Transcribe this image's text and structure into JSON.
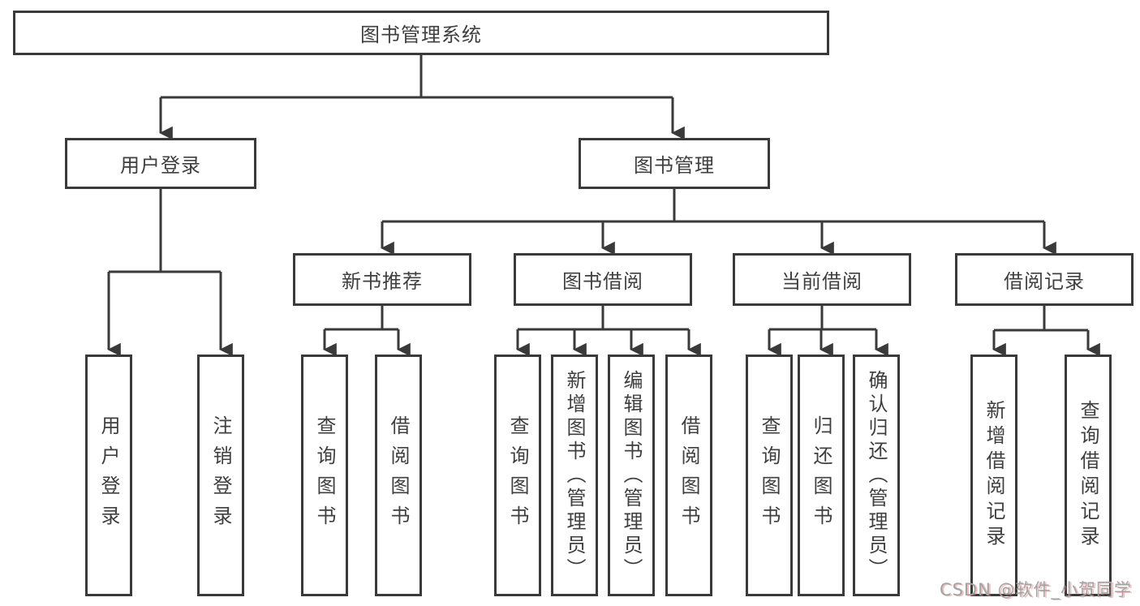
{
  "colors": {
    "line": "#3a3a3a",
    "text": "#3f3f3f",
    "box_fill": "#ffffff",
    "watermark": "#a3a3a3"
  },
  "diagram": {
    "root": {
      "label": "图书管理系统"
    },
    "branches": [
      {
        "label": "用户登录",
        "children": [
          {
            "label": "用户登录"
          },
          {
            "label": "注销登录"
          }
        ]
      },
      {
        "label": "图书管理",
        "children": [
          {
            "label": "新书推荐",
            "children": [
              {
                "label": "查询图书"
              },
              {
                "label": "借阅图书"
              }
            ]
          },
          {
            "label": "图书借阅",
            "children": [
              {
                "label": "查询图书"
              },
              {
                "label": "新增图书（管理员）"
              },
              {
                "label": "编辑图书（管理员）"
              },
              {
                "label": "借阅图书"
              }
            ]
          },
          {
            "label": "当前借阅",
            "children": [
              {
                "label": "查询图书"
              },
              {
                "label": "归还图书"
              },
              {
                "label": "确认归还（管理员）"
              }
            ]
          },
          {
            "label": "借阅记录",
            "children": [
              {
                "label": "新增借阅记录"
              },
              {
                "label": "查询借阅记录"
              }
            ]
          }
        ]
      }
    ]
  },
  "watermark": {
    "text": "CSDN @软件_小贺同学"
  }
}
